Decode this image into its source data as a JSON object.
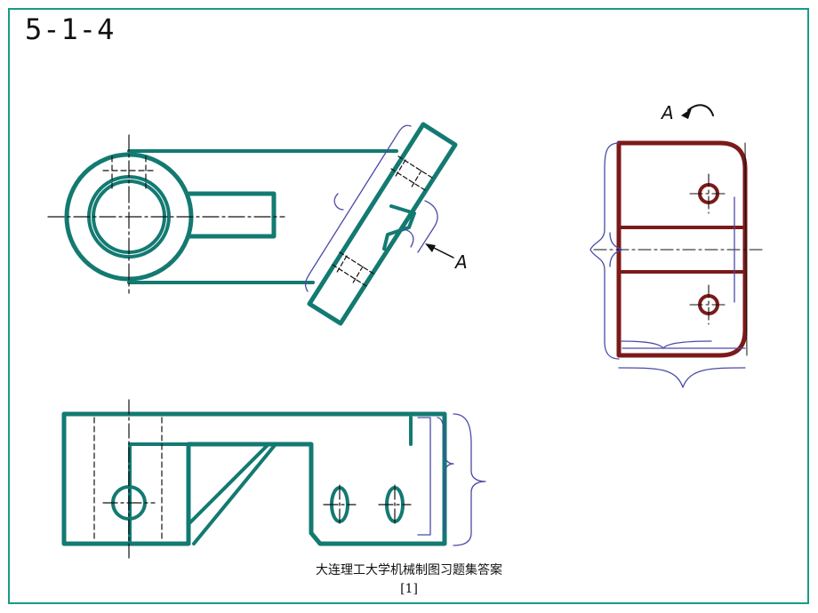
{
  "page": {
    "title": "5-1-4",
    "caption_line1": "大连理工大学机械制图习题集答案",
    "caption_line2": "[1]"
  },
  "labels": {
    "view_arrow_letter": "A",
    "section_letter": "A"
  },
  "colors": {
    "frame": "#1a9a86",
    "object_line": "#137a72",
    "auxiliary_view": "#7b1a1a",
    "braces": "#4a4aa8",
    "center_line": "#111111",
    "background": "#ffffff"
  }
}
